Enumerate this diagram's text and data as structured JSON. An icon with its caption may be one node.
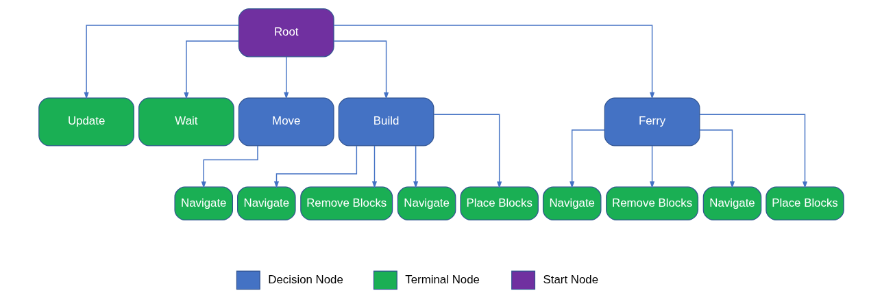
{
  "diagram": {
    "nodes": [
      {
        "text": [
          "Root"
        ]
      },
      {
        "text": [
          "Update"
        ]
      },
      {
        "text": [
          "Wait"
        ]
      },
      {
        "text": [
          "Move"
        ]
      },
      {
        "text": [
          "Build"
        ]
      },
      {
        "text": [
          "Ferry"
        ]
      },
      {
        "text": [
          "Navigate"
        ]
      },
      {
        "text": [
          "Navigate"
        ]
      },
      {
        "text": [
          "Remove Blocks"
        ]
      },
      {
        "text": [
          "Navigate"
        ]
      },
      {
        "text": [
          "Place Blocks"
        ]
      },
      {
        "text": [
          "Navigate"
        ]
      },
      {
        "text": [
          "Remove Blocks"
        ]
      },
      {
        "text": [
          "Navigate"
        ]
      },
      {
        "text": [
          "Place Blocks"
        ]
      }
    ],
    "edges": [
      {
        "from": 0,
        "to": 1,
        "arrow": "to"
      },
      {
        "from": 0,
        "to": 2,
        "arrow": "to"
      },
      {
        "from": 0,
        "to": 3,
        "arrow": "to"
      },
      {
        "from": 0,
        "to": 4,
        "arrow": "to"
      },
      {
        "from": 0,
        "to": 5,
        "arrow": "to"
      },
      {
        "from": 3,
        "to": 6,
        "arrow": "to"
      },
      {
        "from": 4,
        "to": 7,
        "arrow": "to"
      },
      {
        "from": 4,
        "to": 8,
        "arrow": "to"
      },
      {
        "from": 4,
        "to": 9,
        "arrow": "to"
      },
      {
        "from": 4,
        "to": 10,
        "arrow": "to"
      },
      {
        "from": 5,
        "to": 11,
        "arrow": "to"
      },
      {
        "from": 5,
        "to": 12,
        "arrow": "to"
      },
      {
        "from": 5,
        "to": 13,
        "arrow": "to"
      },
      {
        "from": 5,
        "to": 14,
        "arrow": "to"
      }
    ],
    "legend": [
      {
        "text": "Decision Node",
        "color": "#4472c4"
      },
      {
        "text": "Terminal Node",
        "color": "#1aaf54"
      },
      {
        "text": "Start Node",
        "color": "#7030a0"
      }
    ]
  }
}
